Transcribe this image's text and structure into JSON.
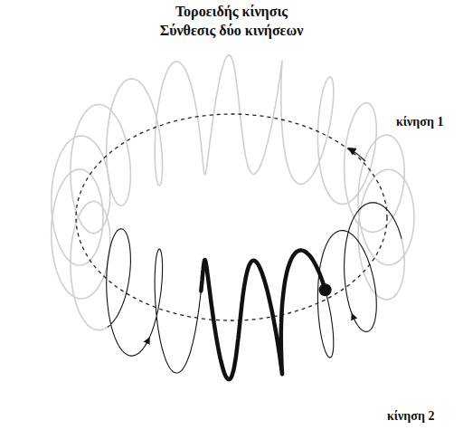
{
  "diagram": {
    "title": "Τοροειδής κίνησις",
    "labels": [
      "Σύνθεσις δύο κινήσεων",
      "κίνηση 1",
      "κίνηση 2"
    ]
  }
}
